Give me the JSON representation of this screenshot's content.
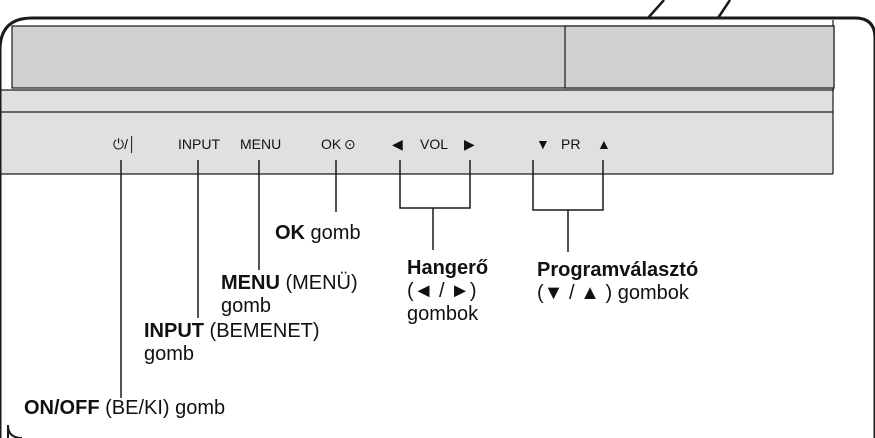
{
  "colors": {
    "outline": "#1a1a1a",
    "screen_fill": "#d0d0d0",
    "bezel_fill": "#e0e0e0",
    "text": "#111111"
  },
  "controls": {
    "power": "⏻/│",
    "input": "INPUT",
    "menu": "MENU",
    "ok": "OK",
    "ok_symbol": "⊙",
    "vol_left": "◀",
    "vol": "VOL",
    "vol_right": "▶",
    "pr_down": "▼",
    "pr": "PR",
    "pr_up": "▲"
  },
  "labels": {
    "ok": {
      "bold": "OK",
      "rest": " gomb"
    },
    "menu": {
      "bold": "MENU",
      "rest": " (MENÜ)",
      "line2": "gomb"
    },
    "input": {
      "bold": "INPUT",
      "rest": " (BEMENET)",
      "line2": "gomb"
    },
    "onoff": {
      "bold": "ON/OFF",
      "rest": " (BE/KI) gomb"
    },
    "volume": {
      "bold": "Hangerő",
      "line2": "(◄ / ►)",
      "line3": "gombok"
    },
    "program": {
      "bold": "Programválasztó",
      "line2": "(▼ / ▲ )  gombok"
    }
  }
}
